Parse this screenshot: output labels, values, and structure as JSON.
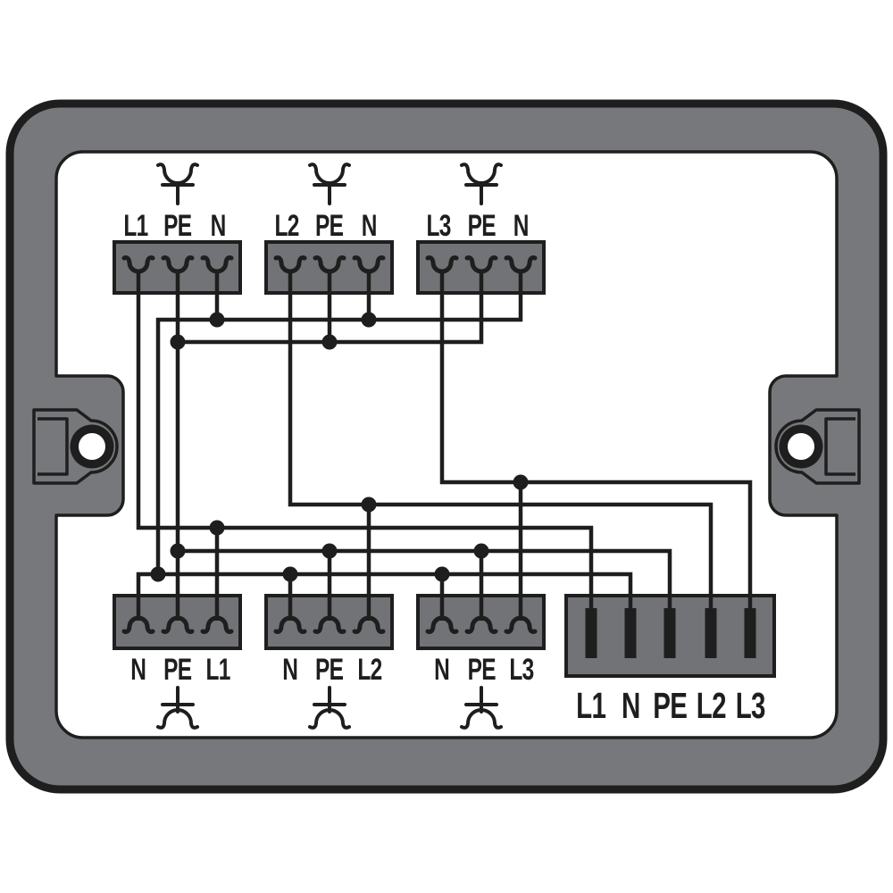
{
  "diagram_title": "three-phase-distribution-box-wiring-diagram",
  "top_blocks": [
    {
      "name": "feed-in-block-1",
      "labels": [
        "L1",
        "PE",
        "N"
      ],
      "symbol": "supply-entry-icon"
    },
    {
      "name": "feed-in-block-2",
      "labels": [
        "L2",
        "PE",
        "N"
      ],
      "symbol": "supply-entry-icon"
    },
    {
      "name": "feed-in-block-3",
      "labels": [
        "L3",
        "PE",
        "N"
      ],
      "symbol": "supply-entry-icon"
    }
  ],
  "bottom_blocks": [
    {
      "name": "outgoing-block-1",
      "labels": [
        "N",
        "PE",
        "L1"
      ],
      "symbol": "circuit-exit-icon"
    },
    {
      "name": "outgoing-block-2",
      "labels": [
        "N",
        "PE",
        "L2"
      ],
      "symbol": "circuit-exit-icon"
    },
    {
      "name": "outgoing-block-3",
      "labels": [
        "N",
        "PE",
        "L3"
      ],
      "symbol": "circuit-exit-icon"
    }
  ],
  "output_block": {
    "name": "five-pole-outgoing-block",
    "labels": [
      "L1",
      "N",
      "PE",
      "L2",
      "L3"
    ]
  },
  "junction_dot_count": 13,
  "colors": {
    "frame_gray": "#77787b",
    "block_gray": "#727376",
    "line_black": "#1e1e1e",
    "background": "#ffffff"
  }
}
